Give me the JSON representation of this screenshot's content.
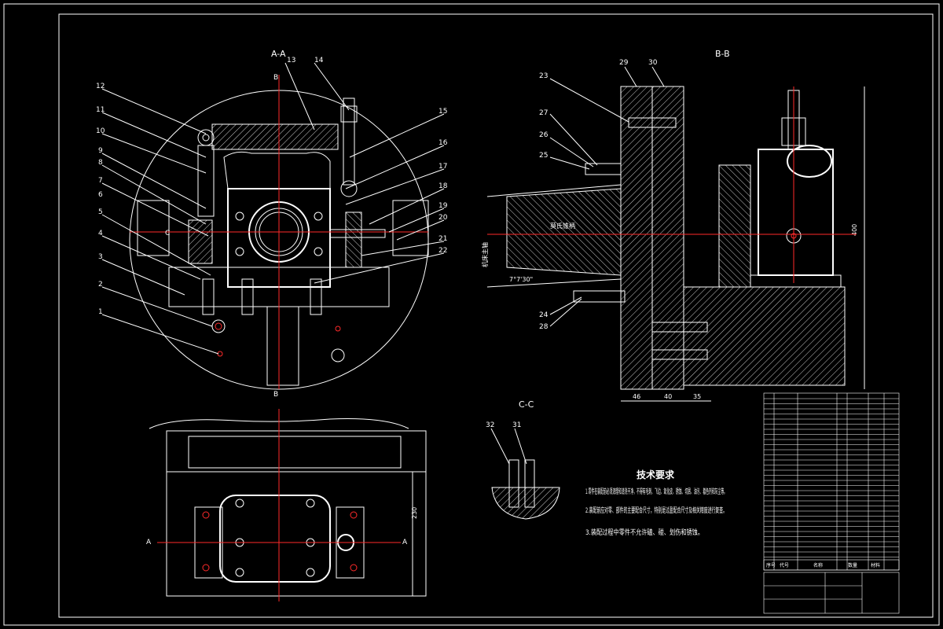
{
  "sections": {
    "aa": "A-A",
    "bb": "B-B",
    "cc": "C-C",
    "b_top": "B",
    "b_bottom": "B",
    "c_left": "C",
    "a_left": "A",
    "a_right": "A"
  },
  "part_numbers": [
    "1",
    "2",
    "3",
    "4",
    "5",
    "6",
    "7",
    "8",
    "9",
    "10",
    "11",
    "12",
    "13",
    "14",
    "15",
    "16",
    "17",
    "18",
    "19",
    "20",
    "21",
    "22",
    "23",
    "24",
    "25",
    "26",
    "27",
    "28",
    "29",
    "30",
    "31",
    "32"
  ],
  "dimensions": {
    "d46": "46",
    "d40": "40",
    "d35": "35",
    "h230": "230",
    "h400": "400",
    "angle": "7°7'30\""
  },
  "annotations": {
    "taper": "莫氏锥柄",
    "spindle": "机床主轴"
  },
  "tech_requirements": {
    "title": "技术要求",
    "items": [
      "1.零件在装配前必须清理和清洗干净，不得有毛刺、飞边、氧化皮、锈蚀、切屑、油污、着色剂和灰尘等。",
      "2.装配前应对零、部件的主要配合尺寸，特别是过盈配合尺寸及相关精度进行复查。",
      "3.装配过程中零件不允许磕、碰、划伤和锈蚀。"
    ]
  },
  "title_block_headers": [
    "序号",
    "代号",
    "名称",
    "数量",
    "材料"
  ],
  "colors": {
    "background": "#000000",
    "lines": "#ffffff",
    "centerline": "#ff2a2a",
    "dimension": "#2aff2a"
  }
}
